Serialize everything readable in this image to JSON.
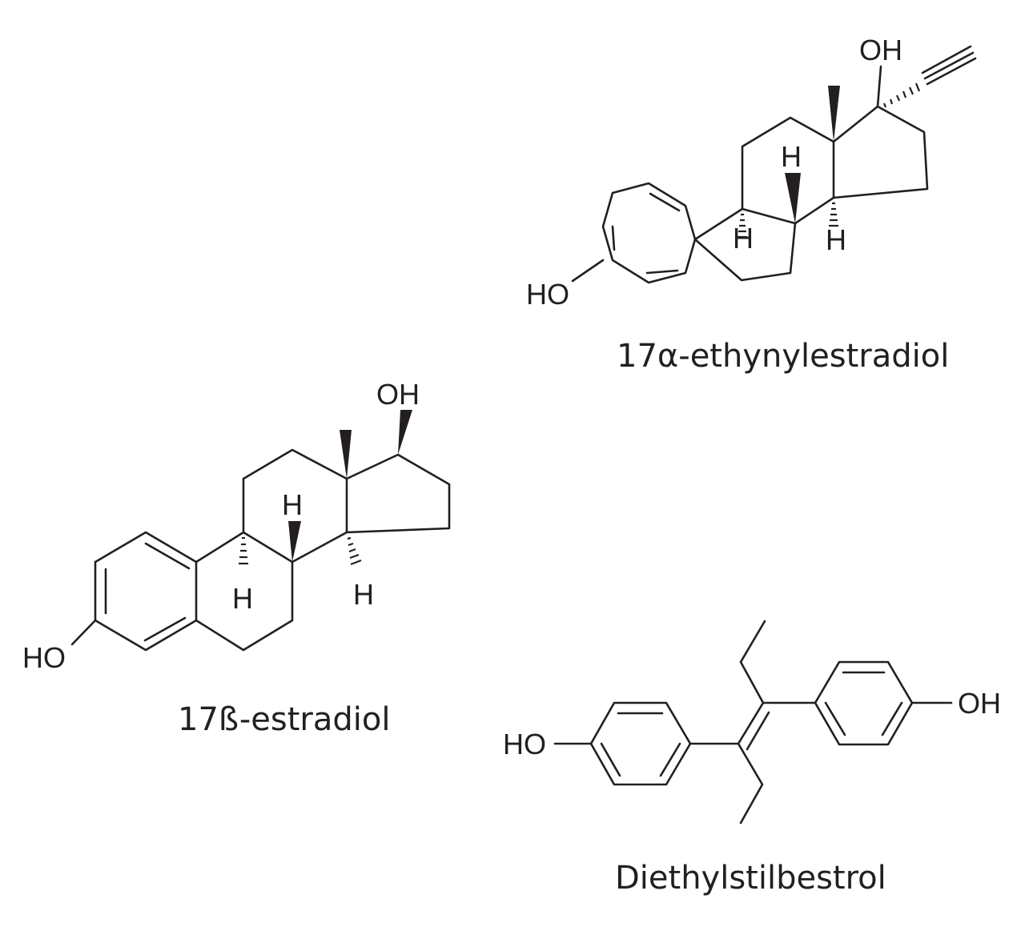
{
  "molecules": [
    {
      "id": "ethynylestradiol",
      "name": "17α-ethynylestradiol",
      "atom_labels": {
        "oh_top": "OH",
        "ho_left": "HO",
        "h_c8": "H",
        "h_c9": "H",
        "h_c14": "H"
      }
    },
    {
      "id": "estradiol",
      "name": "17ß-estradiol",
      "atom_labels": {
        "oh_top": "OH",
        "ho_left": "HO",
        "h_c8": "H",
        "h_c9": "H",
        "h_c14": "H"
      }
    },
    {
      "id": "diethylstilbestrol",
      "name": "Diethylstilbestrol",
      "atom_labels": {
        "ho_left": "HO",
        "oh_right": "OH"
      }
    }
  ],
  "colors": {
    "ink": "#231f20",
    "background": "#ffffff"
  }
}
